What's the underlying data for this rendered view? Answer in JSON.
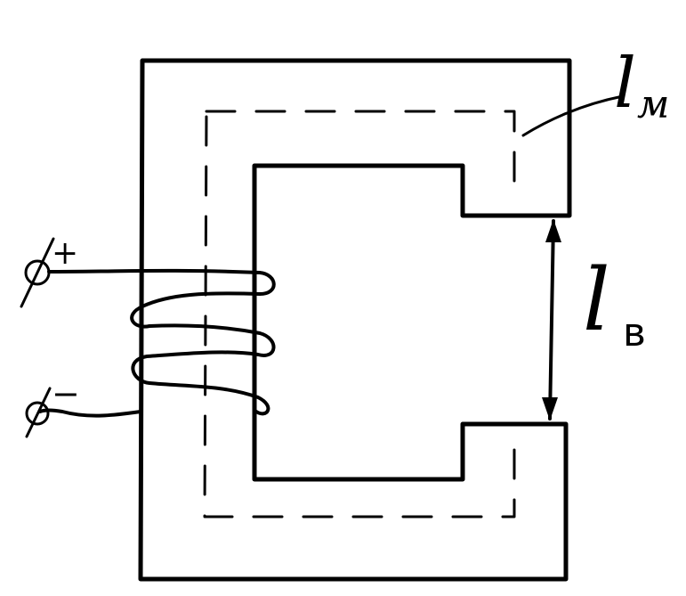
{
  "labels": {
    "magnetic_length": {
      "main": "l",
      "sub": "м"
    },
    "air_gap_length": {
      "main": "l",
      "sub": "в"
    },
    "terminal_positive": "+",
    "terminal_negative": "−"
  },
  "colors": {
    "ink": "#000000",
    "paper": "#ffffff"
  },
  "icons": {
    "terminal": "terminal-circle-slash-icon"
  }
}
